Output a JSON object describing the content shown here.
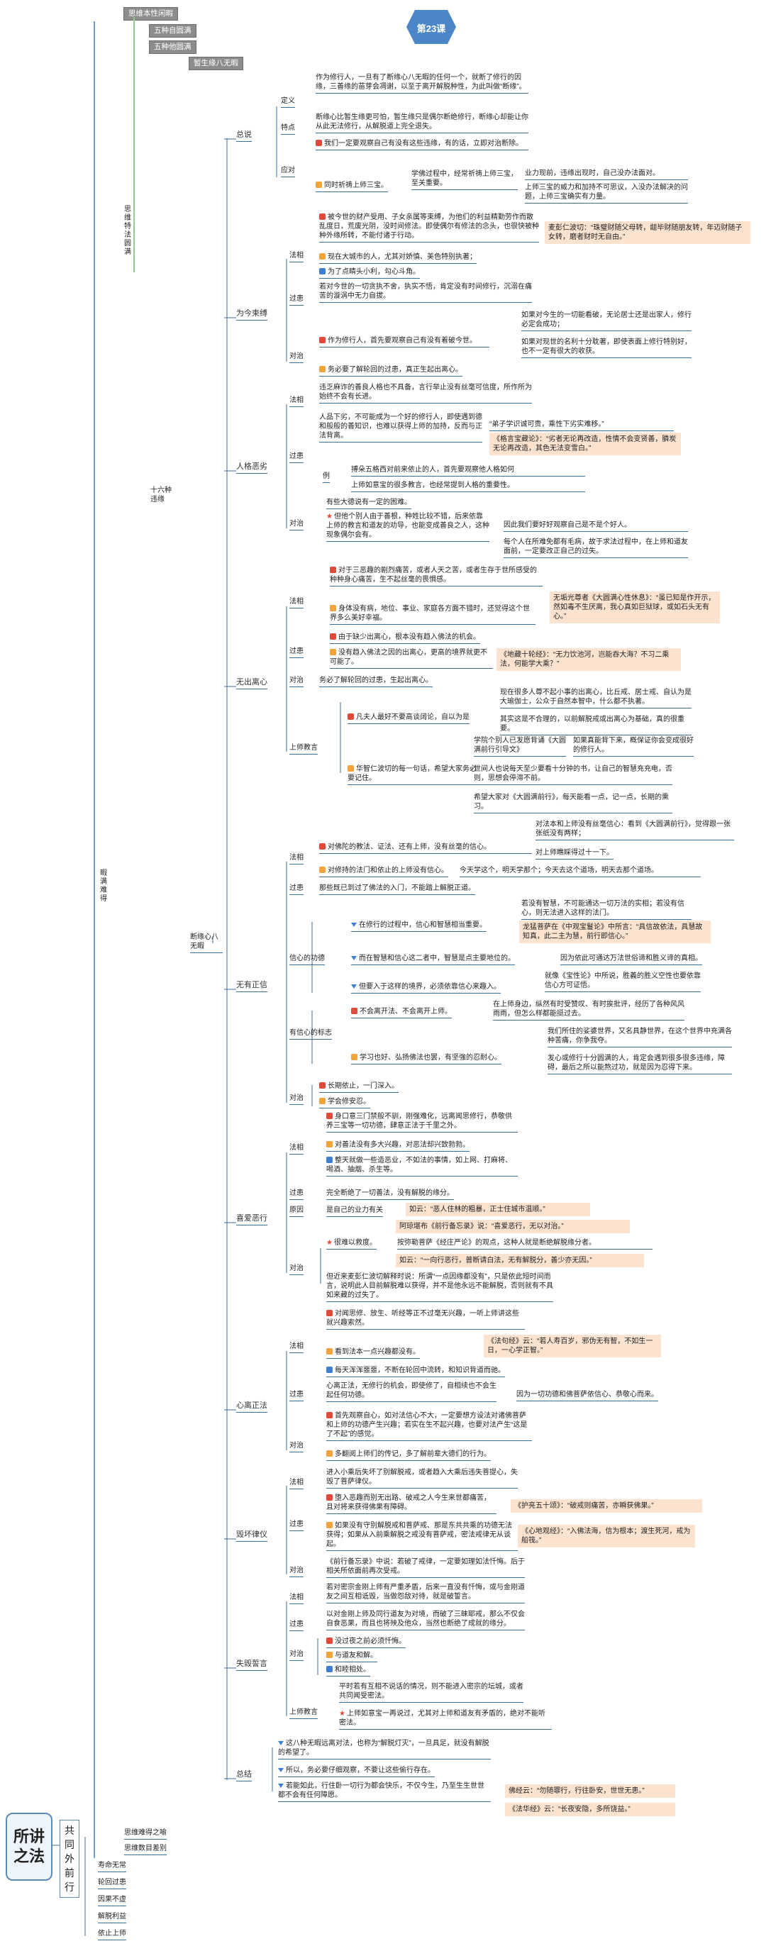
{
  "title_badge": "第23课",
  "root": "所讲之法",
  "l1": "共同外前行",
  "top_items": [
    "思维本性闲暇",
    "五种自圆满",
    "五种他圆满",
    "暂生缘八无暇"
  ],
  "section_a": "思维特法圆满",
  "section_b": "十六种违缘",
  "section_main": "暇满难得",
  "section_c": "断缘心八无暇",
  "bottom_items": [
    "思维难得之喻",
    "思维数目差别"
  ],
  "other_l2": [
    "寿命无常",
    "轮回过患",
    "因果不虚",
    "解脱利益",
    "依止上师"
  ],
  "nodes": {
    "zongshuo": "总说",
    "dingyi": "定义",
    "dingyi_t": "作为修行人，一旦有了断缘心八无暇的任何一个，就断了修行的因缘，三善缘的苗芽会凋谢，以至于离开解脱种性，为此叫做“断缘”。",
    "tedian": "特点",
    "tedian_t": "断缘心比暂生缘更可怕，暂生缘只是偶尔断绝修行，断缘心却能让你从此无法修行，从解脱道上完全退失。",
    "yingdui": "应对",
    "yd1": "我们一定要观察自己有没有这些违缘，有的话，立即对治断除。",
    "yd2": "同时祈祷上师三宝。",
    "yd2a": "学佛过程中，经常祈祷上师三宝，至关重要。",
    "yd2b": "业力现前，违缘出现时，自己没办法面对。",
    "yd2c": "上师三宝的威力和加持不可思议，入没办法解决的问题，上师三宝确实有力量。",
    "wjs": "为今束缚",
    "wjs_fx": "法相",
    "wjs_f1": "被今世的财产受用、子女亲属等束缚，为他们的利益精勤劳作而散乱度日，荒废光阴，没时间修法。即使偶尔有修法的念头，也很快被种种外缘所转，不能付诸于行动。",
    "wjs_f1q": "麦彭仁波切：“珠璧财随父母转，龃毕财随朋友转，年迈财随子女转，磨者财时无自由。”",
    "wjs_f2": "现在大城市的人，尤其对娇慎、美色特别执著；",
    "wjs_f3": "为了点睛头小利，勾心斗角。",
    "wjs_gh": "过患",
    "wjs_g1": "若对今世的一切贪执不舍，执实不悟，肯定没有时间修行，沉溺在痛苦的漩涡中无力自拔。",
    "wjs_dz": "对治",
    "wjs_d1": "作为修行人，首先要观察自己有没有着破今世。",
    "wjs_d1a": "如果对今生的一切能看破，无论居士还是出家人，修行必定会成功；",
    "wjs_d1b": "如果对现世的名利十分耽著，即使表面上修行特别好，也不一定有很大的收获。",
    "wjs_d2": "务必要了解轮回的过患，真正生起出离心。",
    "rgel": "人格恶劣",
    "rgel_fx": "法相",
    "rgel_f1": "违乏麻诈的善良人格也不具备，言行举止没有丝毫可信度，所作所为始终不会有长进。",
    "rgel_gh": "过患",
    "rgel_g1": "人品下劣，不可能成为一个好的修行人，即使遇到德和般般的善知识，也难以获得上师的加持，反而与正法背离。",
    "rgel_g1q": "“弟子学识诚可贵，乘性下劣实难移。”",
    "rgel_g2q": "《格言宝藏论》：“劣者无论再改造，性情不会变贤善，膦炭无论再改造，其色无法变雪白。”",
    "rgel_li": "例",
    "rgel_l1": "搏朵五格西对前来依止的人，首先要观察他人格如何",
    "rgel_l2": "上师如意宝的很多教言，也经常提到人格的重要性。",
    "rgel_dz": "对治",
    "rgel_d1": "有些大德说有一定的困难。",
    "rgel_d2": "但他个别人由于善根，种姓比较不错，后来依靠上师的教言和道友的劝导，也能变成善良之人，这种现象偶尔会有。",
    "rgel_d2a": "因此我们要好好观察自己是不是个好人。",
    "rgel_d2b": "每个人在所难免都有毛病，故于求法过程中，在上师和道友面前，一定要改正自己的过失。",
    "wcl": "无出离心",
    "wcl_fx": "法相",
    "wcl_f1": "对于三恶趣的剧烈痛苦，或者人天之苦，或者生存于世所感受的种种身心痛苦，生不起丝毫的畏惧感。",
    "wcl_f2": "身体没有病，地位、事业、家庭各方面不错时，还觉得这个世界多么美好幸福。",
    "wcl_f2q": "无垢光尊者《大圆满心性休息》：“虽已知是作开示，然如毒不生厌离，我心真如巨狱球，或如石头无有心。”",
    "wcl_gh": "过患",
    "wcl_g1": "由于缺少出离心，根本没有趋入佛法的机会。",
    "wcl_g2": "没有趋入佛法之因的出离心，更高的境界就更不可能了。",
    "wcl_g2q": "《地藏十轮经》：“无力饮池河，岂能吞大海？不习二乘法，何能学大乘？”",
    "wcl_dz": "对治",
    "wcl_d1": "务必了解轮回的过患，生起出离心。",
    "wcl_sj": "上师教言",
    "wcl_s1": "凡夫人最好不要高谈阔论，自以为是",
    "wcl_s1a": "现在很多人尊不起小事的出离心，比丘戒、居士戒、自认为是大瑜伽士，公众于自然本智中，什么都不执著。",
    "wcl_s1b": "其实这是不合理的，以前解脱戒或出离心为基础，真的很重要。",
    "wcl_s2": "华智仁波切的每一句话，希望大家务必要记住。",
    "wcl_s2a": "学院个别人已发愿背诵《大圆满前行引导文》",
    "wcl_s2b": "如果真能背下来，概保证你会变成很好的修行人。",
    "wcl_s2c": "世间人也说每天至少要看十分钟的书，让自己的智慧充充电，否则，思想会停滞不前。",
    "wcl_s2d": "希望大家对《大圆满前行》，每天能看一点，记一点，长期的熏习。",
    "wyzx": "无有正信",
    "wyzx_fx": "法相",
    "wyzx_f1": "对佛陀的教法、证法、还有上师，没有丝毫的信心。",
    "wyzx_f1a": "对法本和上师没有丝毫信心：看到《大圆满前行》，觉得跟一张张纸没有两样；",
    "wyzx_f1b": "对上师瞧睬得过十一下。",
    "wyzx_f2": "对修持的法门和依止的上师没有信心。",
    "wyzx_f2a": "今天学这个，明天学那个；今天去这个道场，明天去那个道场。",
    "wyzx_gh": "过患",
    "wyzx_g1": "那些既已到过了佛法的入门，不能踏上解脱正道。",
    "wyzx_xx": "信心的功德",
    "wyzx_x1": "在修行的过程中，信心和智慧相当重要。",
    "wyzx_x1a": "若没有智慧，不可能通达一切万法的实相；若没有信心，则无法进入这样的法门。",
    "wyzx_x1b": "龙猛菩萨在《中观宝鬘论》中所言：“具信故依法，具慧故知真，此二主为慧，前行即信心。”",
    "wyzx_x2": "而在智慧和信心这二者中，智慧是点主要地位的。",
    "wyzx_x2a": "因为依此可通达万法世俗谛和胜义谛的真相。",
    "wyzx_x3": "但要入于这样的境界，必须依靠信心来趣入。",
    "wyzx_x3a": "就像《宝性论》中所说，胜義的胜义空性也要依靠信心方可证悟。",
    "wyzx_bz": "有信心的标志",
    "wyzx_b1": "不会离开法、不会离开上师。",
    "wyzx_b1a": "在上师身边，纵然有时受赞叹、有时挨批评，经历了各种风风雨雨，但怎么样都能挺过去。",
    "wyzx_b2": "学习也好、弘扬佛法也罢，有坚強的忍耐心。",
    "wyzx_b2a": "我们所住的娑婆世界，又名具静世界，在这个世界中充满各种苦痛，你争我夺。",
    "wyzx_b2b": "发心或修行十分圆满的人，肯定会遇到很多很多违缘，障碍，最后之所以能熬过功，就是因为忍得下来。",
    "wyzx_dz": "对治",
    "wyzx_d1": "长期依止，一门深入。",
    "wyzx_d2": "学会修安忍。",
    "xaex": "喜爱恶行",
    "xaex_fx": "法相",
    "xaex_f1": "身口意三门禁般不驯，刚强难化，远离闻思修行，恭敬供养三宝等一切功德，肆意正法于千里之外。",
    "xaex_f2": "对善法没有多大兴趣，对恶法却兴致勃勃。",
    "xaex_f3": "整天就做一些造恶业，不如法的事情，如上网、打麻将、喝酒、抽烟、杀生等。",
    "xaex_gh": "过患",
    "xaex_g1": "完全断绝了一切善法，没有解脱的缘分。",
    "xaex_yy": "原因",
    "xaex_y1": "是自己的业力有关",
    "xaex_y1q": "如云：“恶人住林的粗暴，正士住城市温顺。”",
    "xaex_dz": "对治",
    "xaex_d1": "很难以救度。",
    "xaex_d1a": "阿琼堪布《前行备忘录》说：“喜爱恶行，无以对治。”",
    "xaex_d1b": "按弥勒菩萨《经庄严论》的观点，这种人就是断绝解脱缘分者。",
    "xaex_d1c": "如云：“一向行恶行，普断请白法，无有解脱分，善少亦无因。”",
    "xaex_d2": "但近来麦彭仁波切解释时说：所谓“一点因缘都没有”，只是依此短时间而言，说明此人目前解脱难以获得，并不是他永远不能解脱，否则就有不具如来藏的过失了。",
    "xlzf": "心离正法",
    "xlzf_fx": "法相",
    "xlzf_f1": "对闻思修、放生、听经等正不过毫无兴趣，一听上师讲这些就兴趣索然。",
    "xlzf_f2": "看到法本一点兴趣都没有。",
    "xlzf_f2q": "《法句经》云：“若人寿百岁，邪伪无有智，不如生一日，一心学正智。”",
    "xlzf_f3": "每天浑浑噩噩，不断在轮回中流转，和知识背道而驰。",
    "xlzf_gh": "过患",
    "xlzf_g1": "心离正法，无修行的机会，即使修了，自相续也不会生起任何功德。",
    "xlzf_g1a": "因为一切功德和佛菩萨依信心、恭敬心而来。",
    "xlzf_dz": "对治",
    "xlzf_d1": "首先观察自心，如对法信心不大，一定要想方设法对诸佛菩萨和上师的功德产生兴趣；若实在生不起兴趣，也要对法产生“这是了不起”的感觉。",
    "xlzf_d2": "多翻阅上师们的传记，多了解前辈大德们的行为。",
    "hhly": "毁坏律仪",
    "hhly_fx": "法相",
    "hhly_f1": "进入小乘后失坏了别解脱戒，或者趋入大乘后违失菩提心，失毁了菩萨律仪。",
    "hhly_gh": "过患",
    "hhly_g1": "堕入恶趣而别无出路、破戒之人今生来世都痛苦，且对将来获得佛果有障碍。",
    "hhly_g1q": "《护亮五十颂》：“破戒则痛苦，亦瞬获佛果。”",
    "hhly_g2": "如果没有守别解脱戒和菩萨戒、那是东共共乘的功德无法获得；如果从入前乘解脱之戒没有菩萨戒，密法戒律无从谈起。",
    "hhly_g2q": "《心地观经》：“入佛法海，信为根本；渡生死河，戒为船筏。”",
    "hhly_dz": "对治",
    "hhly_d1": "《前行备忘录》中说：若破了戒律，一定要如理如法忏悔。后于相关所依面前再次受戒。",
    "sssy": "失毁誓言",
    "sssy_fx": "法相",
    "sssy_f1": "若对密宗金刚上师有严重矛盾，后来一直没有忏悔，或与金刚道友之间互相诋毁，当做怨敌对待，就是破誓言。",
    "sssy_gh": "过患",
    "sssy_g1": "以对金刚上师及同行道友为对境，而破了三昧耶戒，那么不仅会自食恶果，而且也将殃及他众，当然也断绝了成就的缘分。",
    "sssy_dz": "对治",
    "sssy_d1": "没过夜之前必须忏悔。",
    "sssy_d2": "与道友和解。",
    "sssy_d3": "和睦相处。",
    "sssy_sj": "上师教言",
    "sssy_s1": "平时若有互相不说话的情况，则不能进入密宗的坛城，或者共同闻受密法。",
    "sssy_s2": "上师如意宝一再说过，尤其对上师和道友有矛盾的，绝对不能听密法。",
    "zj": "总结",
    "zj1": "这八种无暇远离对法，也称为“解脱灯灭”，一旦具足，就没有解脱的希望了。",
    "zj2": "所以，务必要仔细观察，不要让这些偷行存在。",
    "zj3": "若能如此，行住卧一切行为都会快乐，不仅今生，乃至生生世世都不会有任何障愿。",
    "zj3a": "佛经云：“勿随罪行，行往卧安，世世无患。”",
    "zj3b": "《法华经》云：“长夜安隐，多所饶益。”"
  },
  "colors": {
    "line": "#3d6e99",
    "highlight": "#fbe3cf",
    "badge": "#4a86c8",
    "green": "#8fd18a"
  }
}
